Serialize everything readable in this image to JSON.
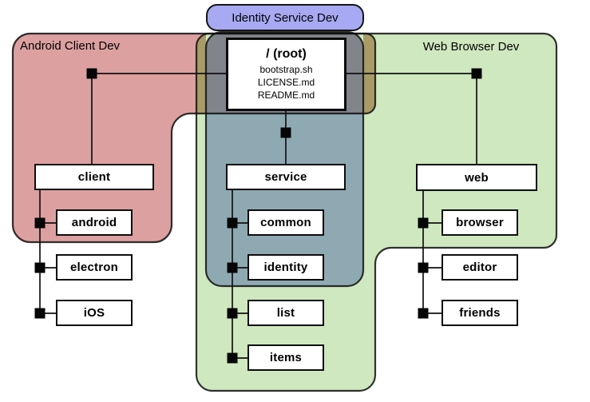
{
  "diagram_title": "monorepo-team-sparse-regions",
  "regions": {
    "android": {
      "label": "Android Client Dev",
      "fill": "#dda0a0"
    },
    "identity": {
      "label": "Identity Service Dev",
      "fill": "#a7a9f2"
    },
    "web": {
      "label": "Web Browser Dev",
      "fill": "#cfe8bf"
    }
  },
  "overlaps": {
    "android_web": "#a89b66",
    "identity_web": "#8fa9b3",
    "all_three": "#82848c"
  },
  "root": {
    "title": "/ (root)",
    "files": [
      "bootstrap.sh",
      "LICENSE.md",
      "README.md"
    ]
  },
  "tree": {
    "parents": [
      {
        "name": "client",
        "children": [
          "android",
          "electron",
          "iOS"
        ]
      },
      {
        "name": "service",
        "children": [
          "common",
          "identity",
          "list",
          "items"
        ]
      },
      {
        "name": "web",
        "children": [
          "browser",
          "editor",
          "friends"
        ]
      }
    ]
  }
}
